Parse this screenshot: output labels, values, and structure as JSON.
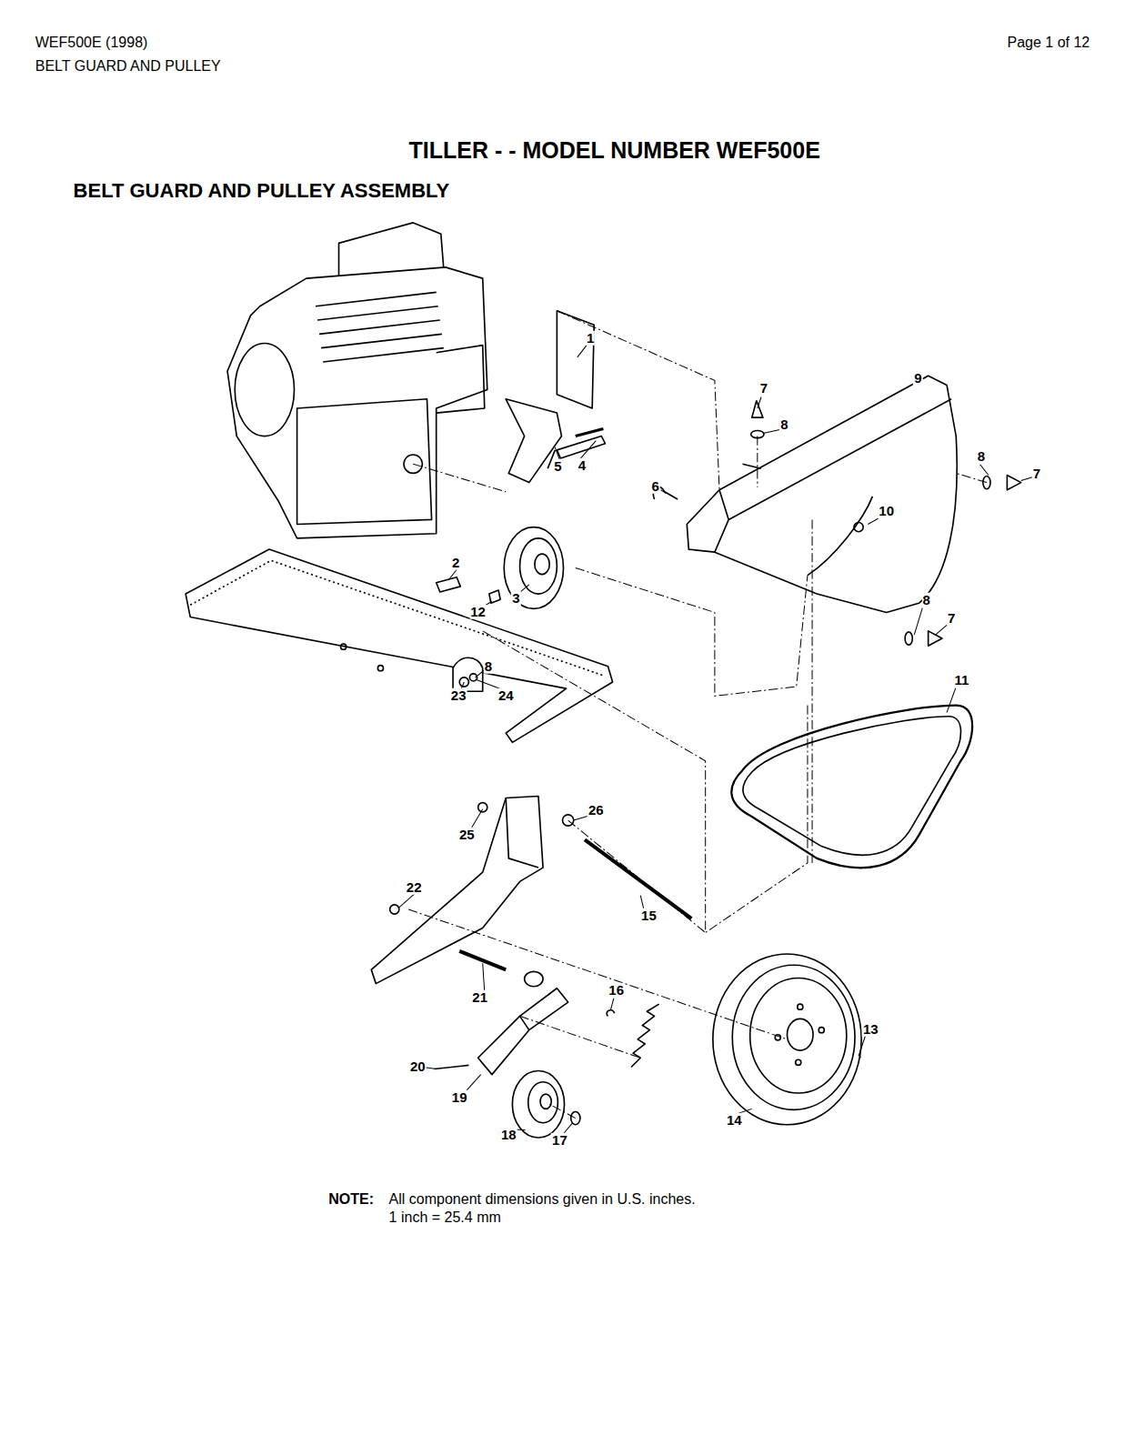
{
  "diagram": {
    "title": "TILLER - - MODEL NUMBER WEF500E",
    "labels": [
      "WEF500E (1998)",
      "BELT GUARD AND PULLEY",
      "Page 1 of 12",
      "BELT GUARD AND PULLEY ASSEMBLY",
      "1",
      "7",
      "9",
      "8",
      "4",
      "5",
      "8",
      "7",
      "6",
      "10",
      "2",
      "12",
      "3",
      "8",
      "7",
      "8",
      "23",
      "24",
      "11",
      "26",
      "25",
      "22",
      "15",
      "21",
      "16",
      "13",
      "20",
      "19",
      "14",
      "18",
      "17",
      "NOTE:",
      "All component dimensions given in U.S. inches.",
      "1 inch = 25.4 mm"
    ]
  }
}
